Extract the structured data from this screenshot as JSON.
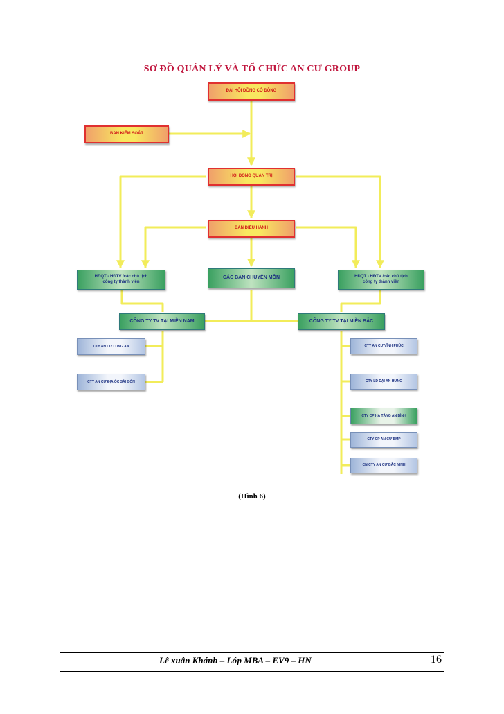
{
  "title": "SƠ ĐỒ QUẢN LÝ VÀ TỔ CHỨC AN CƯ GROUP",
  "nodes": {
    "shareholders": "ĐẠI HỘI ĐỒNG CỔ ĐÔNG",
    "supervisory": "BAN KIỂM SOÁT",
    "board": "HỘI ĐỒNG QUẢN TRỊ",
    "executive": "BAN ĐIỀU HÀNH",
    "left_council_line1": "HĐQT - HĐTV /các chủ tịch",
    "left_council_line2": "công ty thành viên",
    "departments": "CÁC BAN CHUYÊN MÔN",
    "right_council_line1": "HĐQT - HĐTV /các chủ tịch",
    "right_council_line2": "công ty thành viên",
    "south_company": "CÔNG TY TV TẠI MIỀN NAM",
    "north_company": "CÔNG TY TV TẠI MIỀN BẮC",
    "south_subsidiaries": [
      "CTY AN CƯ LONG AN",
      "CTY AN CƯ ĐỊA ỐC SÀI GÒN"
    ],
    "north_subsidiaries": [
      "CTY AN CƯ VĨNH PHÚC",
      "CTY LD ĐẠI AN HƯNG",
      "CTY CP HẠ TẦNG AN BÌNH",
      "CTY CP AN CƯ BMP",
      "CN CTY AN CƯ BẮC NINH"
    ]
  },
  "caption": "(Hình 6)",
  "footer": {
    "author": "Lê xuân Khánh – Lớp MBA – EV9 – HN",
    "page_number": "16"
  },
  "colors": {
    "title": "#c0143c",
    "connector": "#f2ec5a",
    "red_border": "#e03030"
  }
}
